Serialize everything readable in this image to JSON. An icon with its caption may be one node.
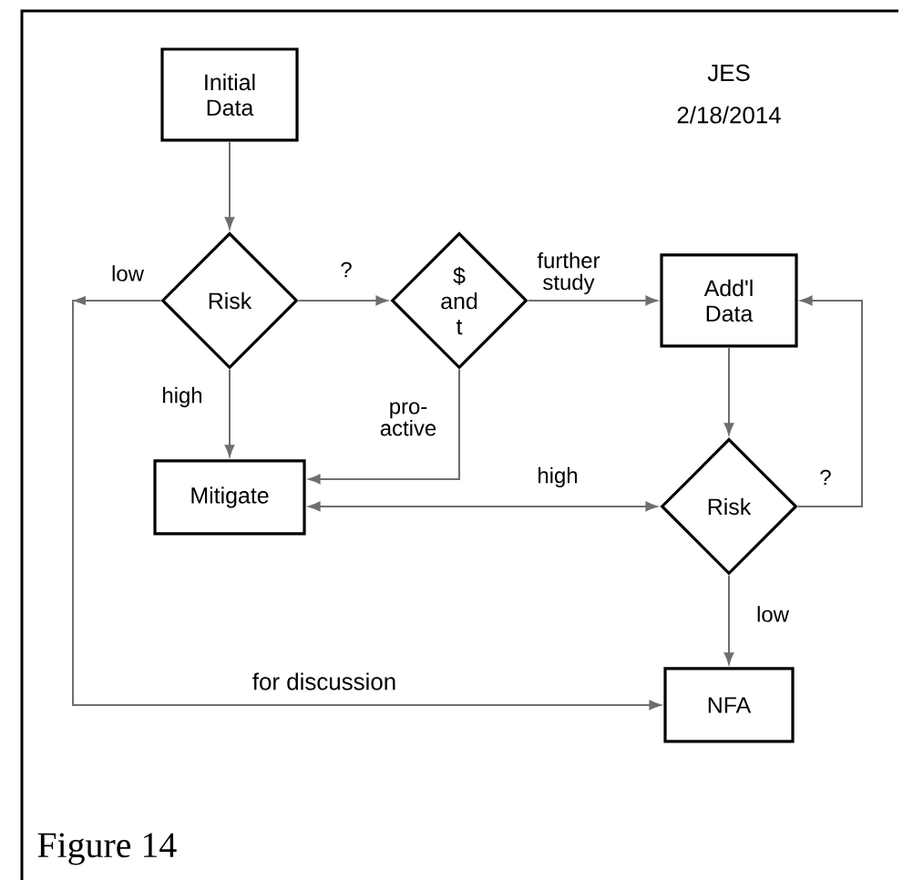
{
  "diagram": {
    "caption": "Figure 14",
    "nodes": [
      {
        "text": [
          "Initial Data"
        ]
      },
      {
        "text": [
          "Risk"
        ]
      },
      {
        "text": [
          "$ and t"
        ]
      },
      {
        "text": [
          "Add'l Data"
        ]
      },
      {
        "text": [
          "Mitigate"
        ]
      },
      {
        "text": [
          "Risk"
        ]
      },
      {
        "text": [
          "NFA"
        ]
      }
    ],
    "edges": [
      {
        "from": 0,
        "to": 1,
        "arrow": "to"
      },
      {
        "from": 1,
        "to": 6,
        "arrow": "to",
        "label": "low"
      },
      {
        "from": 1,
        "to": 2,
        "arrow": "to",
        "label": "?"
      },
      {
        "from": 1,
        "to": 4,
        "arrow": "to",
        "label": "high"
      },
      {
        "from": 2,
        "to": 3,
        "arrow": "to",
        "label": "further study"
      },
      {
        "from": 2,
        "to": 4,
        "arrow": "to",
        "label": "pro- active"
      },
      {
        "from": 3,
        "to": 5,
        "arrow": "to"
      },
      {
        "from": 5,
        "to": 4,
        "arrow": "both",
        "label": "high"
      },
      {
        "from": 5,
        "to": 3,
        "arrow": "to",
        "label": "?"
      },
      {
        "from": 5,
        "to": 6,
        "arrow": "to",
        "label": "low"
      }
    ],
    "labels": [
      "JES",
      "2/18/2014",
      "for discussion"
    ]
  }
}
